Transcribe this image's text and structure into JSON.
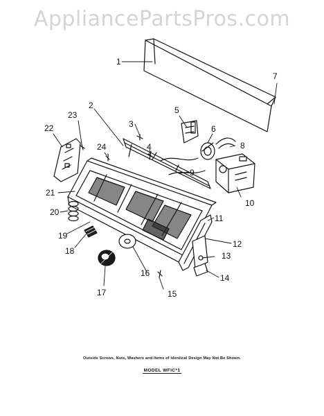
{
  "watermark": "AppliancePartsPros.com",
  "callouts": [
    "1",
    "2",
    "3",
    "4",
    "5",
    "6",
    "7",
    "8",
    "9",
    "10",
    "11",
    "12",
    "13",
    "14",
    "15",
    "16",
    "17",
    "18",
    "19",
    "20",
    "21",
    "22",
    "23",
    "24"
  ],
  "footer_note": "Outside Screws, Nuts, Washers and Items of Identical Design May Not Be Shown.",
  "model_label": "MODEL WFIC*1",
  "drawing_code": "",
  "colors": {
    "line": "#111111",
    "watermark": "#d4d4d4"
  }
}
